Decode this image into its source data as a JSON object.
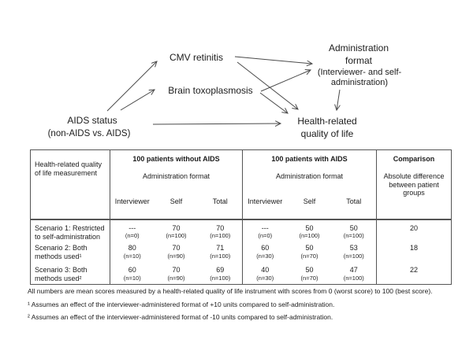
{
  "diagram": {
    "nodes": {
      "cmv": "CMV retinitis",
      "brain": "Brain toxoplasmosis",
      "aids_title": "AIDS status",
      "aids_sub": "(non-AIDS vs. AIDS)",
      "admin_title": "Administration format",
      "admin_sub": "(Interviewer- and self-administration)",
      "hrqol": "Health-related quality of life"
    },
    "line_color": "#4a4a4a"
  },
  "table": {
    "col1_header": "Health-related quality of life measurement",
    "groups": [
      {
        "title": "100 patients without AIDS",
        "subtitle": "Administration format"
      },
      {
        "title": "100 patients with AIDS",
        "subtitle": "Administration format"
      }
    ],
    "subheaders": [
      "Interviewer",
      "Self",
      "Total"
    ],
    "comparison_header": {
      "title": "Comparison",
      "subtitle": "Absolute difference between patient groups"
    },
    "rows": [
      {
        "label": "Scenario 1: Restricted to self-administration",
        "without": [
          {
            "v": "---",
            "n": "(n=0)"
          },
          {
            "v": "70",
            "n": "(n=100)"
          },
          {
            "v": "70",
            "n": "(n=100)"
          }
        ],
        "with": [
          {
            "v": "---",
            "n": "(n=0)"
          },
          {
            "v": "50",
            "n": "(n=100)"
          },
          {
            "v": "50",
            "n": "(n=100)"
          }
        ],
        "comparison": "20"
      },
      {
        "label": "Scenario 2: Both methods used¹",
        "without": [
          {
            "v": "80",
            "n": "(n=10)"
          },
          {
            "v": "70",
            "n": "(n=90)"
          },
          {
            "v": "71",
            "n": "(n=100)"
          }
        ],
        "with": [
          {
            "v": "60",
            "n": "(n=30)"
          },
          {
            "v": "50",
            "n": "(n=70)"
          },
          {
            "v": "53",
            "n": "(n=100)"
          }
        ],
        "comparison": "18"
      },
      {
        "label": "Scenario 3: Both methods used²",
        "without": [
          {
            "v": "60",
            "n": "(n=10)"
          },
          {
            "v": "70",
            "n": "(n=90)"
          },
          {
            "v": "69",
            "n": "(n=100)"
          }
        ],
        "with": [
          {
            "v": "40",
            "n": "(n=30)"
          },
          {
            "v": "50",
            "n": "(n=70)"
          },
          {
            "v": "47",
            "n": "(n=100)"
          }
        ],
        "comparison": "22"
      }
    ]
  },
  "footnotes": [
    "All numbers are mean scores measured by a health-related quality of life instrument with scores from 0 (worst score) to 100 (best score).",
    "¹ Assumes an effect of the interviewer-administered format of +10 units compared to self-administration.",
    "² Assumes an effect of the interviewer-administered format of -10 units compared to self-administration."
  ]
}
